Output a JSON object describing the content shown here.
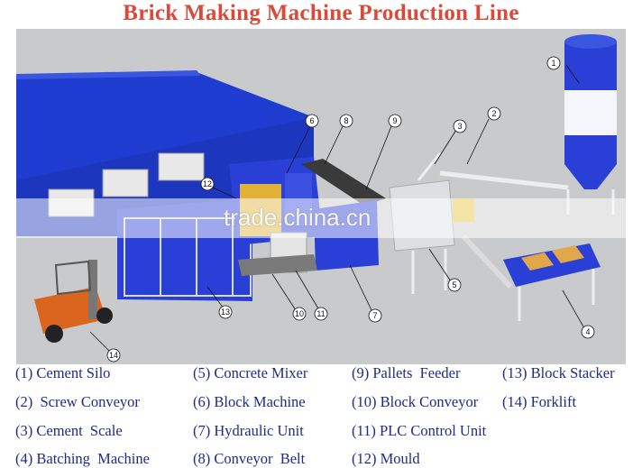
{
  "title": "Brick  Making Machine Production  Line",
  "callouts": [
    "1",
    "2",
    "3",
    "4",
    "5",
    "6",
    "7",
    "8",
    "9",
    "10",
    "11",
    "12",
    "13",
    "14"
  ],
  "legend": [
    "(1) Cement Silo",
    "(2)  Screw Conveyor",
    "(3) Cement  Scale",
    "(4) Batching  Machine",
    "(5) Concrete Mixer",
    "(6) Block Machine",
    "(7) Hydraulic Unit",
    "(8) Conveyor  Belt",
    "(9) Pallets  Feeder",
    "(10) Block Conveyor",
    "(11) PLC Control Unit",
    "(12) Mould",
    "(13) Block Stacker",
    "(14) Forklift"
  ],
  "watermark": "trade.china.cn",
  "colors": {
    "title": "#d94a3b",
    "legend_text": "#1f2a8a",
    "ground": "#c9cacc",
    "roof": "#1e3ccf",
    "machine_blue": "#2a3fd6",
    "silo_white": "#f4f6fb",
    "forklift": "#d9651e"
  }
}
